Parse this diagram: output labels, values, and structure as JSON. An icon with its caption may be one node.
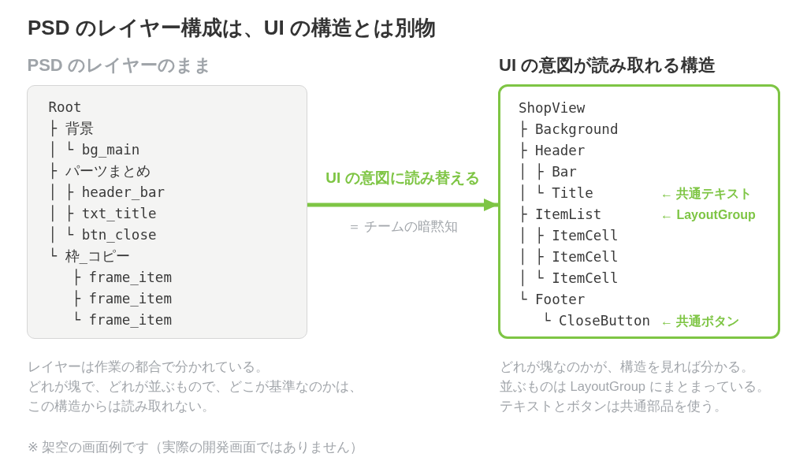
{
  "diagram": {
    "title": "PSD のレイヤー構成は、UI の構造とは別物",
    "nodes": [
      {
        "text": [
          "PSD のレイヤーのまま",
          "Root",
          "├ 背景",
          "│ └ bg_main",
          "├ パーツまとめ",
          "│ ├ header_bar",
          "│ ├ txt_title",
          "│ └ btn_close",
          "└ 枠_コピー",
          "├ frame_item",
          "├ frame_item",
          "└ frame_item"
        ],
        "beside": [
          "レイヤーは作業の都合で分かれている。",
          "どれが塊で、どれが並ぶもので、どこが基準なのかは、この構造からは読み取れない。"
        ]
      },
      {
        "text": [
          "UI の意図が読み取れる構造",
          "ShopView",
          "├ Background",
          "├ Header",
          "│ ├ Bar",
          "│ └ Title",
          "← 共通テキスト",
          "├ ItemList",
          "← LayoutGroup",
          "│ ├ ItemCell",
          "│ ├ ItemCell",
          "│ └ ItemCell",
          "└ Footer",
          "└ CloseButton",
          "← 共通ボタン"
        ],
        "beside": [
          "どれが塊なのかが、構造を見れば分かる。",
          "並ぶものは LayoutGroup にまとまっている。",
          "テキストとボタンは共通部品を使う。"
        ]
      }
    ],
    "edges": [
      {
        "from": 0,
        "to": 1,
        "arrow": "to",
        "label": "UI の意図に読み替える"
      }
    ],
    "labels": [
      "＝ チームの暗黙知",
      "※ 架空の画面例です（実際の開発画面ではありません）"
    ]
  }
}
